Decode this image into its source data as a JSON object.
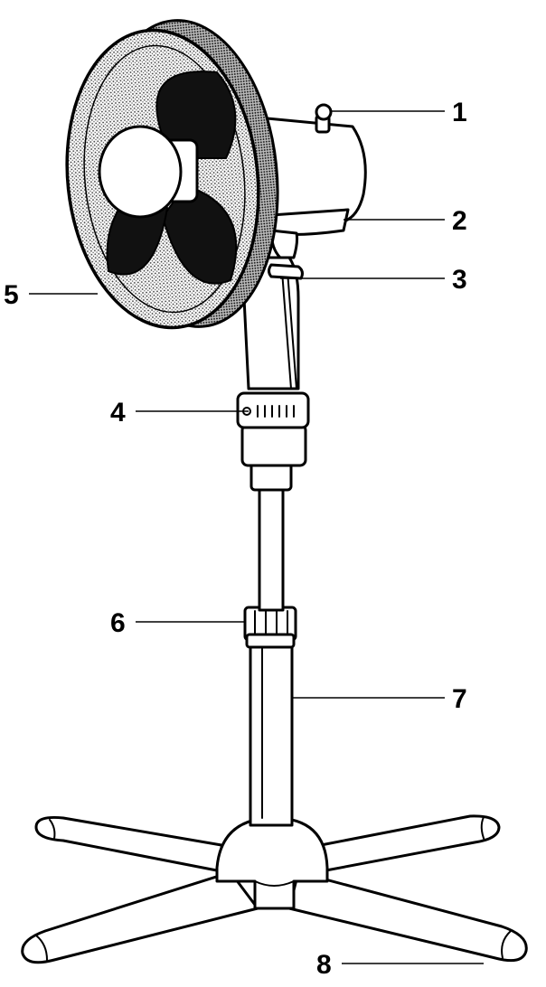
{
  "diagram": {
    "callouts": [
      {
        "id": "1"
      },
      {
        "id": "2"
      },
      {
        "id": "3"
      },
      {
        "id": "4"
      },
      {
        "id": "5"
      },
      {
        "id": "6"
      },
      {
        "id": "7"
      },
      {
        "id": "8"
      }
    ],
    "colors": {
      "ink": "#000000",
      "background": "#ffffff",
      "mesh": "#555555"
    }
  }
}
